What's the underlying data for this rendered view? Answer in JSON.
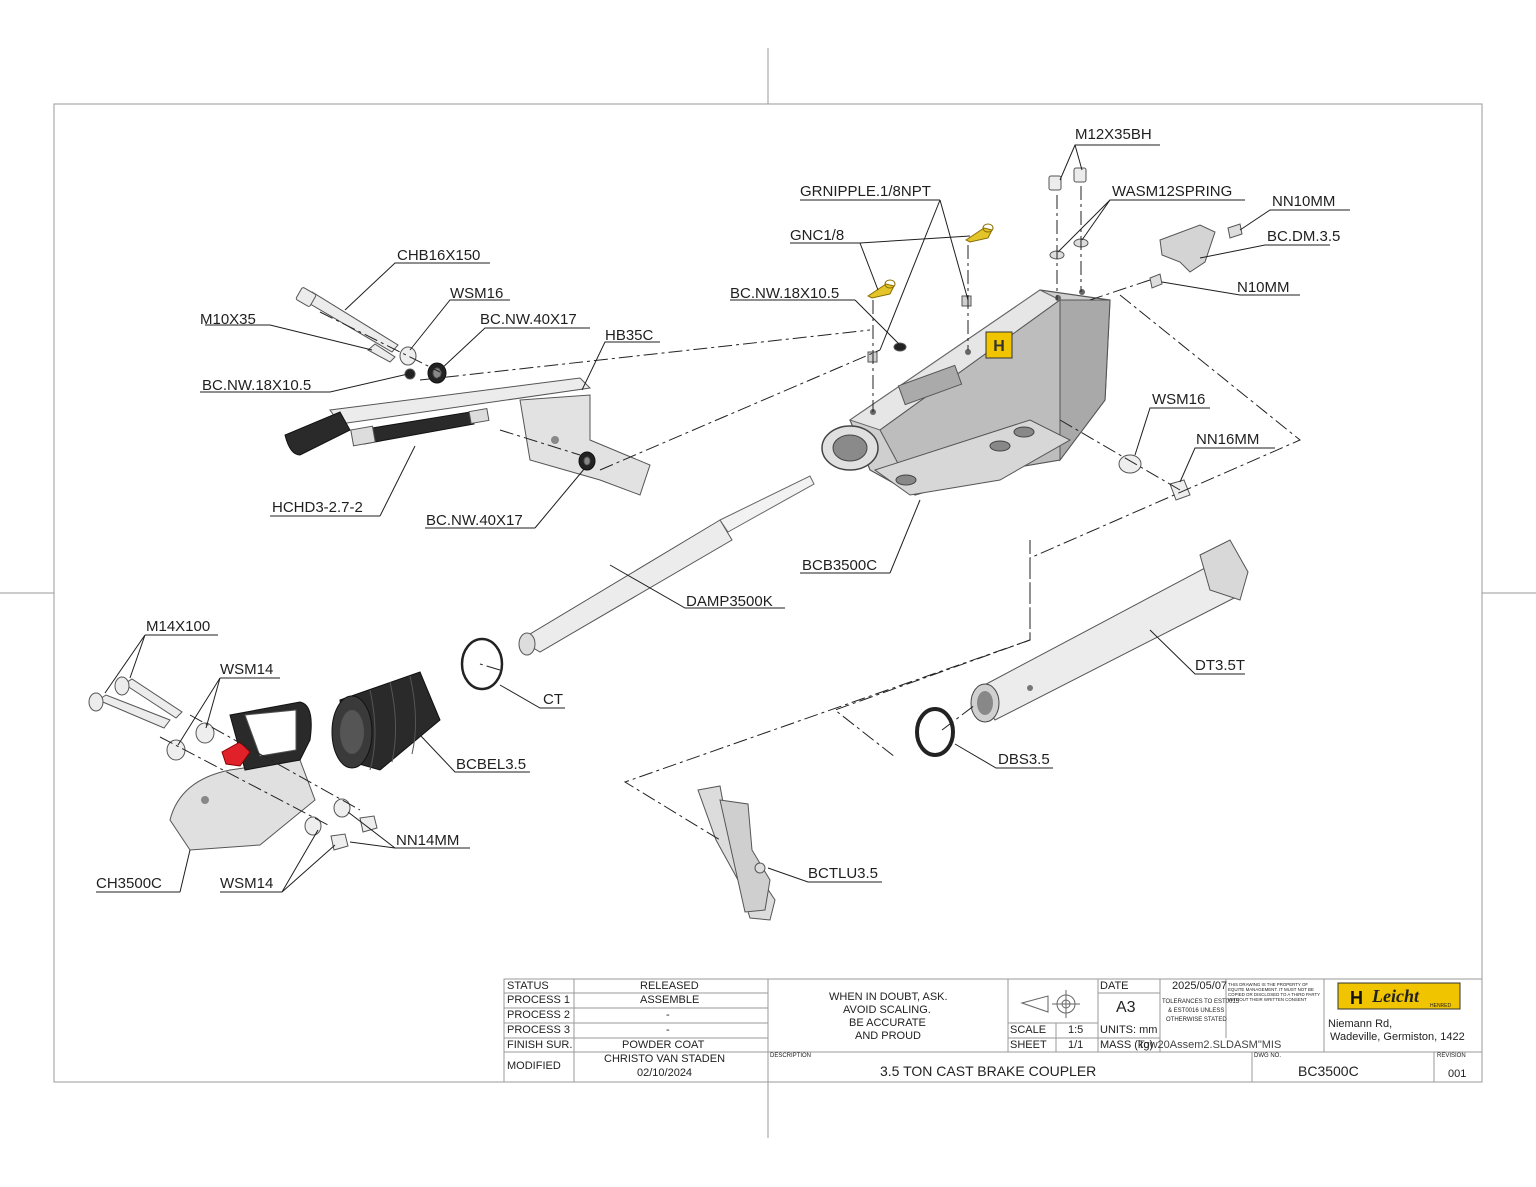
{
  "callouts": {
    "m12x35bh": "M12X35BH",
    "grnipple": "GRNIPPLE.1/8NPT",
    "wasm12spring": "WASM12SPRING",
    "nn10mm": "NN10MM",
    "bcdm35": "BC.DM.3.5",
    "gnc18": "GNC1/8",
    "n10mm": "N10MM",
    "chb16x150": "CHB16X150",
    "bcnw18_top": "BC.NW.18X10.5",
    "wsm16_left": "WSM16",
    "m10x35": "M10X35",
    "bcnw40_top": "BC.NW.40X17",
    "hb35c": "HB35C",
    "bcnw18_left": "BC.NW.18X10.5",
    "wsm16_right": "WSM16",
    "nn16mm": "NN16MM",
    "hchd3": "HCHD3-2.7-2",
    "bcnw40_bottom": "BC.NW.40X17",
    "bcb3500c": "BCB3500C",
    "damp3500k": "DAMP3500K",
    "m14x100": "M14X100",
    "wsm14_top": "WSM14",
    "ct": "CT",
    "dt35t": "DT3.5T",
    "bcbel35": "BCBEL3.5",
    "dbs35": "DBS3.5",
    "nn14mm": "NN14MM",
    "ch3500c": "CH3500C",
    "wsm14_bottom": "WSM14",
    "bctlu35": "BCTLU3.5"
  },
  "title_block": {
    "status_label": "STATUS",
    "status_value": "RELEASED",
    "process1_label": "PROCESS 1",
    "process1_value": "ASSEMBLE",
    "process2_label": "PROCESS 2",
    "process2_value": "-",
    "process3_label": "PROCESS 3",
    "process3_value": "-",
    "finish_label": "FINISH SUR.",
    "finish_value": "POWDER COAT",
    "modified_label": "MODIFIED",
    "modified_by": "CHRISTO VAN STADEN",
    "modified_date": "02/10/2024",
    "note_line1": "WHEN IN DOUBT, ASK.",
    "note_line2": "AVOID SCALING.",
    "note_line3": "BE ACCURATE",
    "note_line4": "AND PROUD",
    "date_label": "DATE",
    "date_value": "2025/05/07",
    "size_value": "A3",
    "tolerance_line1": "TOLERANCES TO EST0015",
    "tolerance_line2": "& EST0016 UNLESS",
    "tolerance_line3": "OTHERWISE STATED",
    "scale_label": "SCALE",
    "scale_value": "1:5",
    "units_label": "UNITS: mm",
    "sheet_label": "SHEET",
    "sheet_value": "1/1",
    "mass_label": "MASS (kg)",
    "mass_overlap": "Tow20Assem2.SLDASM\"MIS",
    "property_notice": "THIS DRAWING IS THE PROPERTY OF EQUITE MANAGEMENT. IT MUST NOT BE COPIED OR DISCLOSED TO A THIRD PARTY WITHOUT THEIR WRITTEN CONSENT",
    "company_name": "Leicht",
    "company_sub": "HENRED",
    "address_line1": "Niemann Rd,",
    "address_line2": "Wadeville, Germiston, 1422",
    "description_label": "DESCRIPTION",
    "description_value": "3.5 TON CAST BRAKE COUPLER",
    "dwg_label": "DWG NO.",
    "dwg_value": "BC3500C",
    "revision_label": "REVISION",
    "revision_value": "001"
  },
  "colors": {
    "part_fill": "#e6e6e6",
    "part_dark": "#a9a9a9",
    "rubber": "#2a2a2a",
    "grease_nipple": "#e3c52a",
    "handle_red": "#e0212a",
    "logo_yellow": "#f1c400",
    "line": "#1f1f1f"
  }
}
